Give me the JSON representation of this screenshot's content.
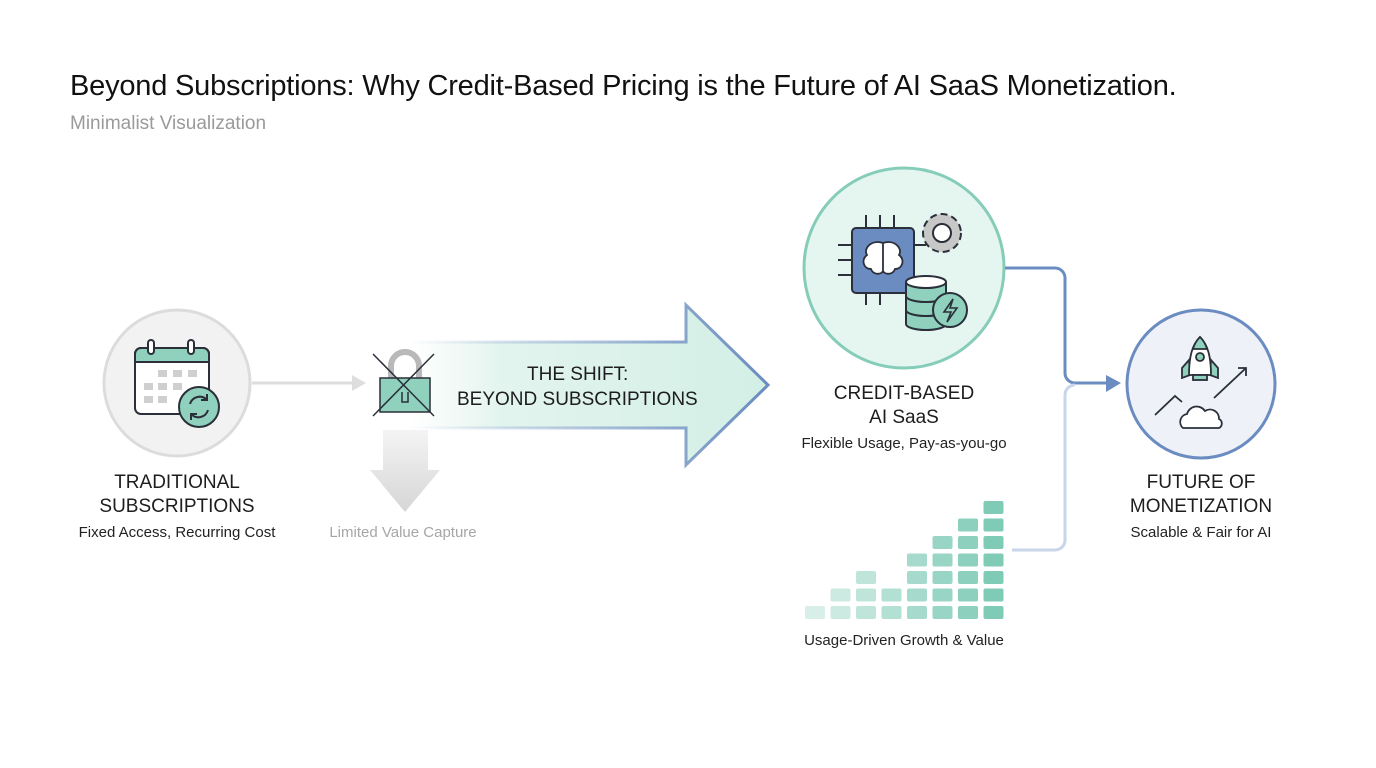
{
  "header": {
    "title": "Beyond Subscriptions: Why Credit-Based Pricing is the Future of AI SaaS Monetization.",
    "subtitle": "Minimalist Visualization"
  },
  "traditional": {
    "title_line1": "TRADITIONAL",
    "title_line2": "SUBSCRIPTIONS",
    "caption": "Fixed Access, Recurring Cost"
  },
  "limited": {
    "caption": "Limited Value Capture"
  },
  "shift": {
    "line1": "THE SHIFT:",
    "line2": "BEYOND SUBSCRIPTIONS"
  },
  "credit": {
    "title_line1": "CREDIT-BASED",
    "title_line2": "AI SaaS",
    "caption": "Flexible Usage, Pay-as-you-go"
  },
  "growth": {
    "caption": "Usage-Driven Growth & Value",
    "column_heights": [
      1,
      2,
      3,
      2,
      4,
      5,
      6,
      7
    ]
  },
  "future": {
    "title_line1": "FUTURE OF",
    "title_line2": "MONETIZATION",
    "caption": "Scalable & Fair for AI"
  },
  "colors": {
    "teal": "#7fcbb6",
    "blue": "#6b8cc0",
    "gray": "#d9d9d9",
    "dark": "#2a2f3a"
  }
}
